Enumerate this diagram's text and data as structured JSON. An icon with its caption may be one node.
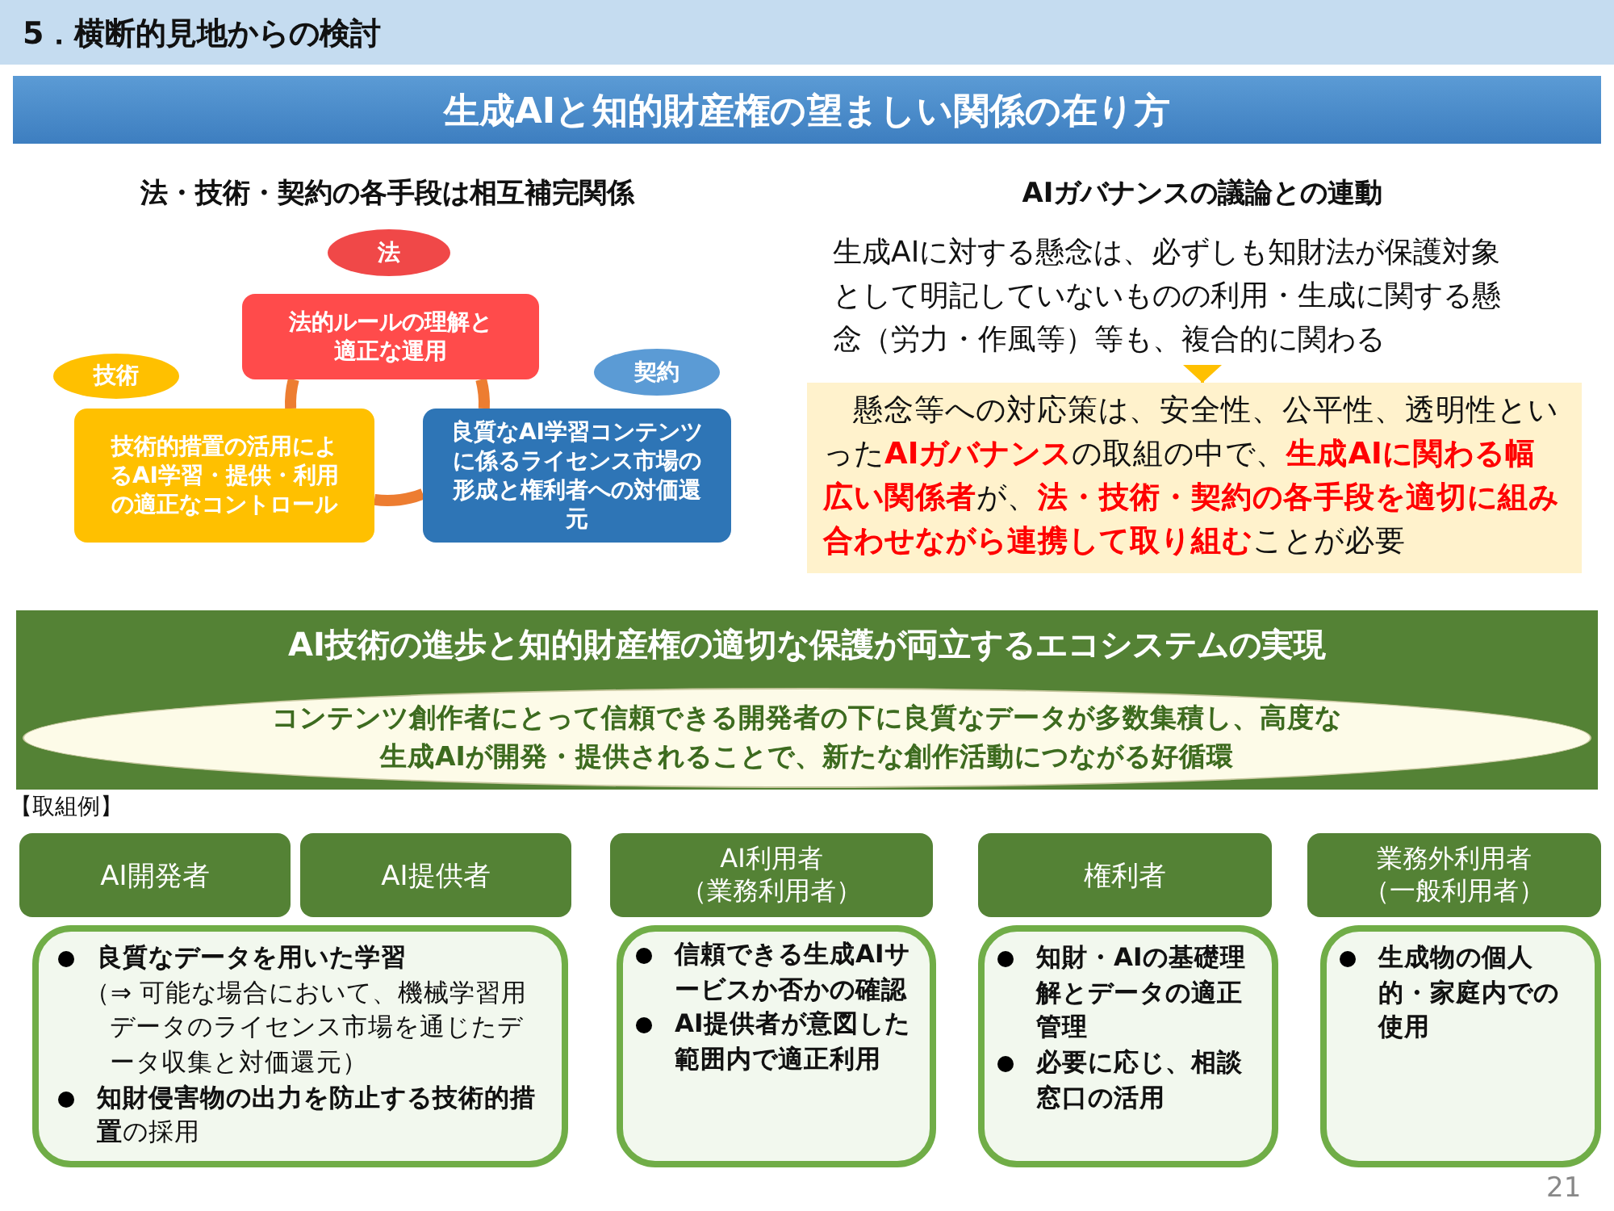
{
  "diagram": {
    "title": "生成AIと知的財産権の望ましい関係の在り方",
    "nodes": [
      {
        "text": [
          "法"
        ]
      },
      {
        "text": [
          "法的ルールの理解と適正な運用"
        ]
      },
      {
        "text": [
          "技術"
        ]
      },
      {
        "text": [
          "技術的措置の活用によるAI学習・提供・利用の適正なコントロール"
        ]
      },
      {
        "text": [
          "契約"
        ]
      },
      {
        "text": [
          "良質なAI学習コンテンツに係るライセンス市場の形成と権利者への対価還元"
        ]
      },
      {
        "text": [
          "生成AIに対する懸念は、必ずしも知財法が保護対象として明記していないものの利用・生成に関する懸念（労力・作風等）等も、複合的に関わる"
        ]
      },
      {
        "text": [
          "懸念等への対応策は、安全性、公平性、透明性といった**AIガバナンス**の取組の中で、**生成AIに関わる幅広い関係者**が、**法・技術・契約の各手段を適切に組み合わせながら連携して取り組む**ことが必要"
        ]
      },
      {
        "text": [
          "AI技術の進歩と知的財産権の適切な保護が両立するエコシステムの実現"
        ]
      },
      {
        "text": [
          "コンテンツ創作者にとって信頼できる開発者の下に良質なデータが多数集積し、高度な生成AIが開発・提供されることで、新たな創作活動につながる好循環"
        ],
        "in": 8
      },
      {
        "text": [
          "AI開発者"
        ]
      },
      {
        "text": [
          "AI提供者"
        ]
      },
      {
        "text": [
          "AI利用者",
          "（業務利用者）"
        ]
      },
      {
        "text": [
          "権利者"
        ]
      },
      {
        "text": [
          "業務外利用者",
          "（一般利用者）"
        ]
      },
      {
        "text": [
          "良質なデータを用いた学習",
          "（⇒ 可能な場合において、機械学習用データのライセンス市場を通じたデータ収集と対価還元）",
          "**知財侵害物の出力を防止する技術的措置**の採用"
        ]
      },
      {
        "text": [
          "信頼できる生成AIサービスか否かの確認",
          "AI提供者が意図した範囲内で適正利用"
        ]
      },
      {
        "text": [
          "知財・AIの基礎理解とデータの適正管理",
          "必要に応じ、相談窓口の活用"
        ]
      },
      {
        "text": [
          "生成物の個人的・家庭内での使用"
        ]
      }
    ],
    "edges": [
      {
        "from": 1,
        "to": 3,
        "arrow": "none"
      },
      {
        "from": 1,
        "to": 5,
        "arrow": "none"
      },
      {
        "from": 3,
        "to": 5,
        "arrow": "none"
      },
      {
        "from": 6,
        "to": 7,
        "arrow": "to",
        "color": "#ffc000"
      }
    ],
    "labels": [
      "5．横断的見地からの検討",
      "法・技術・契約の各手段は相互補完関係",
      "AIガバナンスの議論との連動",
      "【取組例】",
      "21"
    ]
  }
}
